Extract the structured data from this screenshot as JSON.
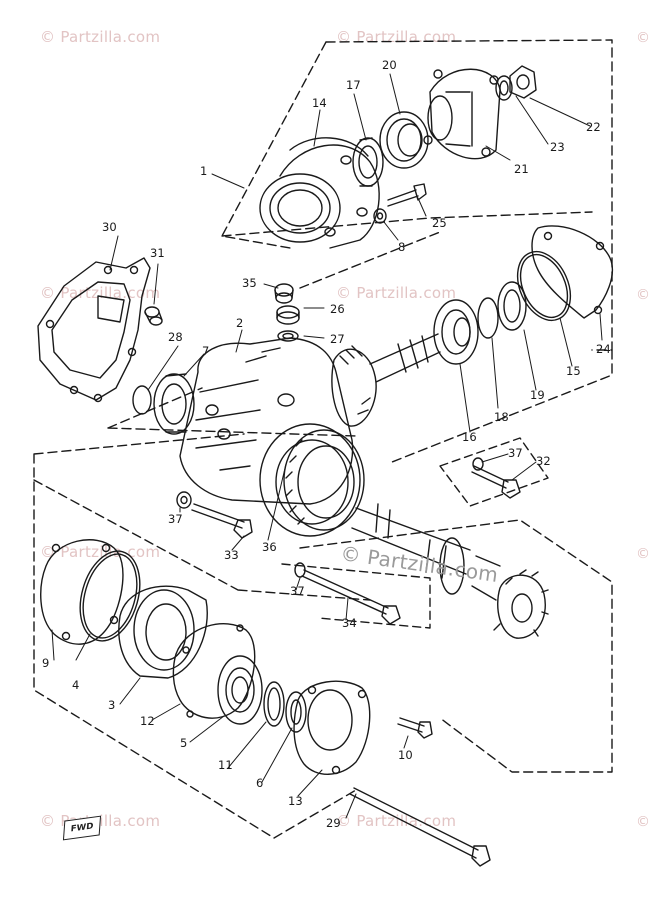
{
  "watermark": {
    "text": "© Partzilla.com",
    "edge_text": "©"
  },
  "fwd_label": "FWD",
  "callouts": {
    "c1": "1",
    "c2": "2",
    "c3": "3",
    "c4": "4",
    "c5": "5",
    "c6": "6",
    "c7": "7",
    "c8": "8",
    "c9": "9",
    "c10": "10",
    "c11": "11",
    "c12": "12",
    "c13": "13",
    "c14": "14",
    "c15": "15",
    "c16": "16",
    "c17": "17",
    "c18": "18",
    "c19": "19",
    "c20": "20",
    "c21": "21",
    "c22": "22",
    "c23": "23",
    "c24": "24",
    "c25": "25",
    "c26": "26",
    "c27": "27",
    "c28": "28",
    "c29": "29",
    "c30": "30",
    "c31": "31",
    "c32": "32",
    "c33": "33",
    "c34": "34",
    "c35": "35",
    "c36": "36",
    "c37a": "37",
    "c37b": "37",
    "c37c": "37"
  }
}
